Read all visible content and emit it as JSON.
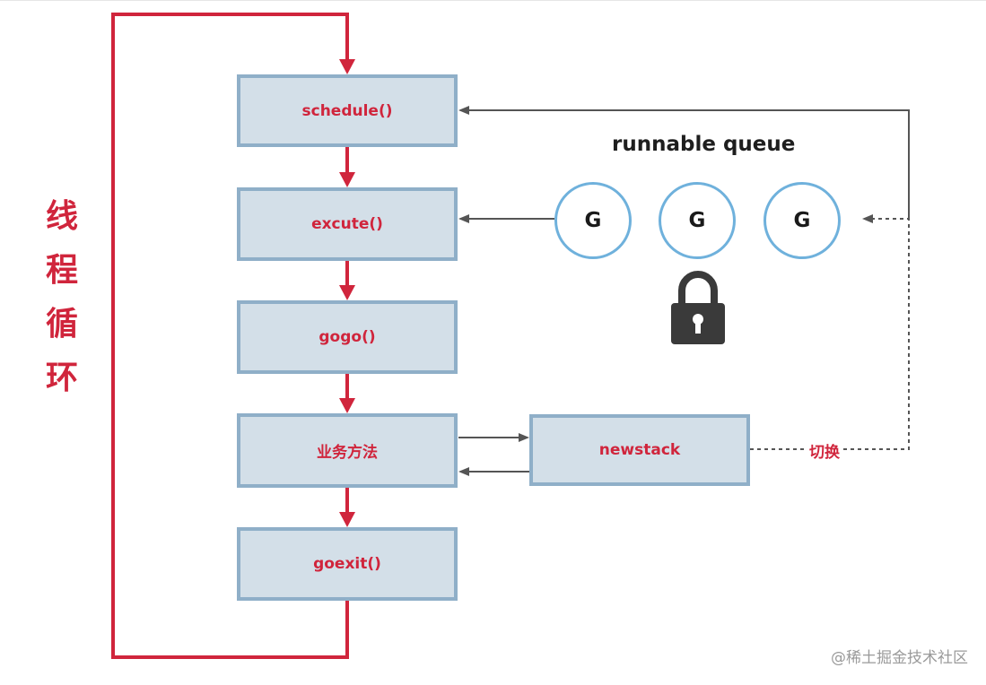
{
  "thread_loop_label": "线程循环",
  "thread_loop_chars": [
    "线",
    "程",
    "循",
    "环"
  ],
  "flow_boxes": [
    {
      "label": "schedule()"
    },
    {
      "label": "excute()"
    },
    {
      "label": "gogo()"
    },
    {
      "label": "业务方法"
    },
    {
      "label": "goexit()"
    }
  ],
  "newstack_label": "newstack",
  "queue": {
    "title": "runnable queue",
    "items": [
      "G",
      "G",
      "G"
    ]
  },
  "switch_label": "切换",
  "watermark": "@稀土掘金技术社区",
  "icons": {
    "lock": "lock-icon"
  },
  "colors": {
    "loop_red": "#d0253c",
    "box_fill": "#d3dfe8",
    "box_border": "#8fafc8",
    "circle_border": "#6fb1dc",
    "connector_gray": "#555555"
  }
}
